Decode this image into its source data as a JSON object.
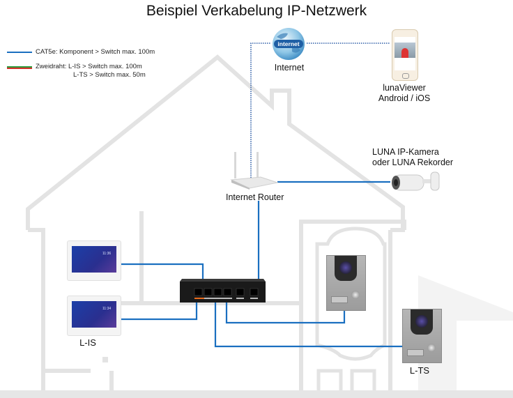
{
  "title": "Beispiel Verkabelung IP-Netzwerk",
  "legend": [
    {
      "id": "cat5e",
      "colors": [
        "#1a6fc0"
      ],
      "text": "CAT5e: Komponent > Switch max. 100m"
    },
    {
      "id": "zweidraht",
      "colors": [
        "#2e9a3c",
        "#d6302b"
      ],
      "text": "Zweidraht: L-IS > Switch max. 100m",
      "text2": "L-TS > Switch max. 50m"
    }
  ],
  "devices": {
    "internet": {
      "label": "Internet",
      "badge": "internet"
    },
    "app": {
      "label_line1": "lunaViewer",
      "label_line2": "Android / iOS"
    },
    "router": {
      "label": "Internet Router"
    },
    "camera": {
      "label_line1": "LUNA IP-Kamera",
      "label_line2": "oder LUNA Rekorder"
    },
    "switch": {
      "label": ""
    },
    "indoor": {
      "label": "L-IS",
      "time1": "11:36",
      "time2": "11:34"
    },
    "outdoor": {
      "label": "L-TS"
    }
  },
  "colors": {
    "cable": "#1a6fc0",
    "dotted": "#2f5fa8",
    "house": "#e3e3e3",
    "text": "#111111"
  }
}
